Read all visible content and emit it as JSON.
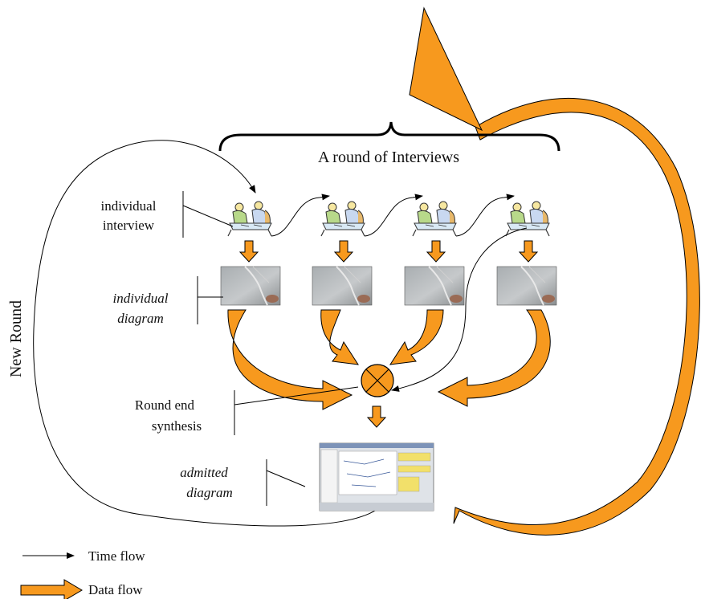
{
  "round_label": "A round of Interviews",
  "side_label": "New Round",
  "labels": {
    "individual_interview": [
      "individual",
      "interview"
    ],
    "individual_diagram": [
      "individual",
      "diagram"
    ],
    "round_end_synthesis": [
      "Round end",
      "synthesis"
    ],
    "admitted_diagram": [
      "admitted",
      "diagram"
    ]
  },
  "legend": {
    "time_flow": "Time flow",
    "data_flow": "Data flow"
  },
  "colors": {
    "data_flow": "#F7991E",
    "stroke": "#000000"
  },
  "icons": {
    "interview": "interview-meeting-icon",
    "diagram": "diagram-photo-thumbnail",
    "synthesis": "synthesis-circle-cross-icon",
    "admitted": "software-screenshot-thumbnail"
  }
}
